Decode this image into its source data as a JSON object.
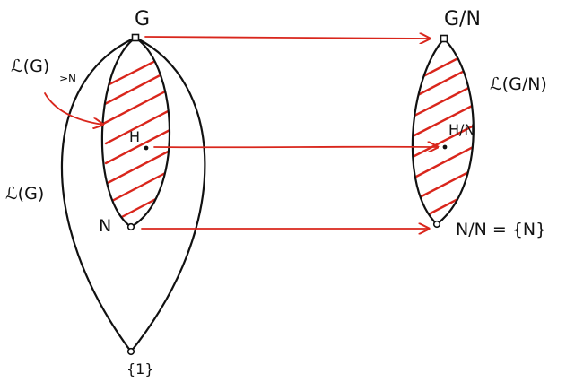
{
  "colors": {
    "ink": "#111111",
    "accent": "#d9261c"
  },
  "left": {
    "top_label": "G",
    "interval_label_main": "ℒ(G)",
    "interval_label_sub": "≥N",
    "whole_label": "ℒ(G)",
    "mid_label": "H",
    "lower_label": "N",
    "bottom_label": "{1}"
  },
  "right": {
    "top_label": "G/N",
    "lattice_label": "ℒ(G/N)",
    "mid_label": "H/N",
    "bottom_label": "N/N = {N}"
  }
}
